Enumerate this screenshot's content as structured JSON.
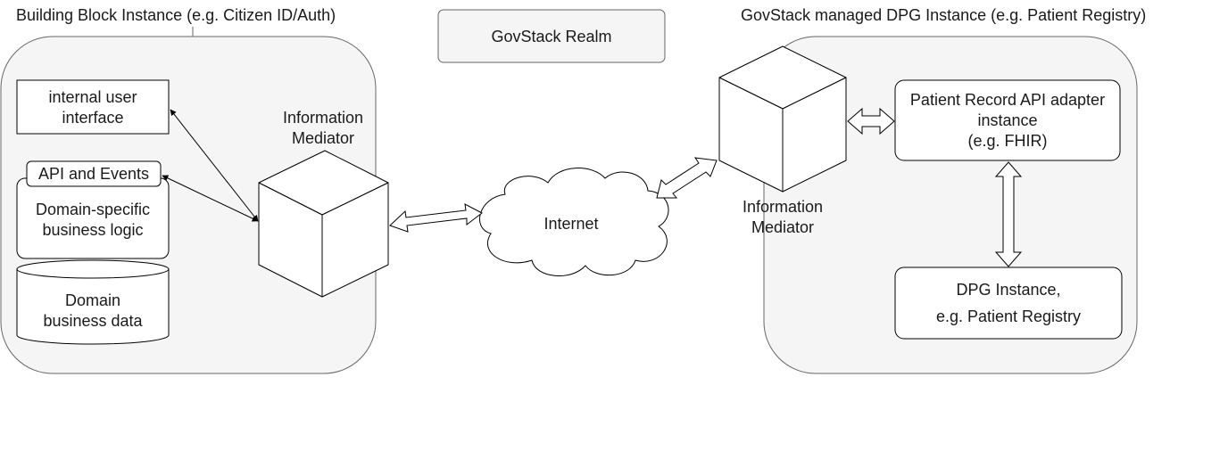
{
  "left_instance": {
    "title": "Building Block Instance (e.g. Citizen ID/Auth)",
    "internal_ui_line1": "internal user",
    "internal_ui_line2": "interface",
    "api_events": "API and Events",
    "logic_line1": "Domain-specific",
    "logic_line2": "business logic",
    "data_line1": "Domain",
    "data_line2": "business data",
    "mediator_line1": "Information",
    "mediator_line2": "Mediator"
  },
  "realm": {
    "label": "GovStack Realm"
  },
  "internet": {
    "label": "Internet"
  },
  "right_instance": {
    "title": "GovStack managed DPG Instance (e.g. Patient Registry)",
    "adapter_line1": "Patient Record API adapter",
    "adapter_line2": "instance",
    "adapter_line3": "(e.g. FHIR)",
    "dpg_line1": "DPG Instance,",
    "dpg_line2": "e.g. Patient Registry",
    "mediator_line1": "Information",
    "mediator_line2": "Mediator"
  }
}
